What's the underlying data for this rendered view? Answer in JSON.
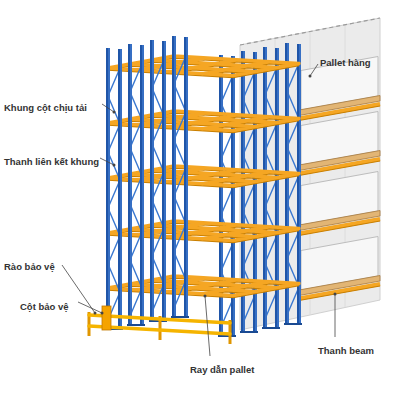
{
  "diagram": {
    "labels": [
      "Pallet hàng",
      "Khung cột chịu tải",
      "Thanh liên kết khung",
      "Rào bảo vệ",
      "Cột bảo vệ",
      "Thanh beam",
      "Ray dẫn pallet"
    ]
  }
}
